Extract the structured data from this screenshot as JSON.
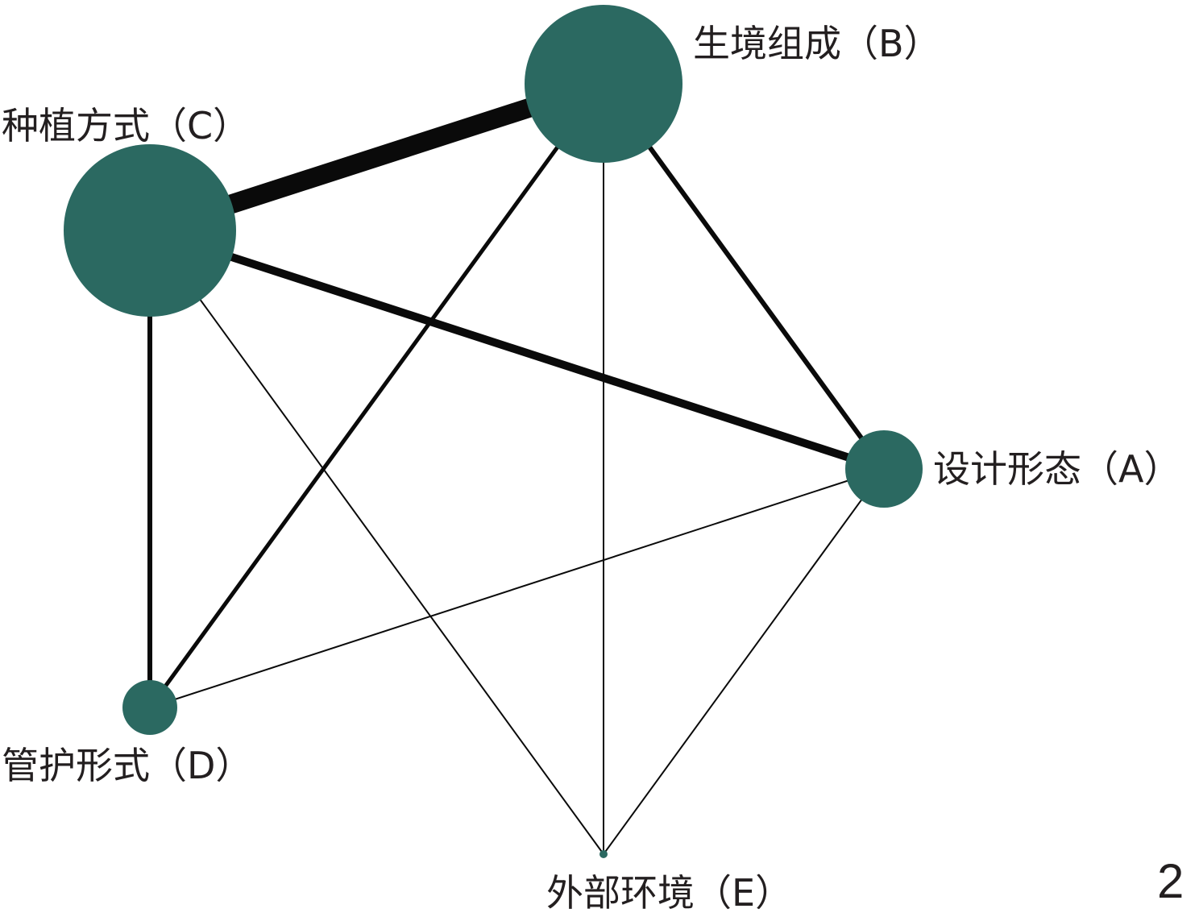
{
  "figure": {
    "number_label": "2",
    "node_color": "#2b6961",
    "edge_color": "#0a0a0a"
  },
  "nodes": [
    {
      "id": "A",
      "label": "设计形态（A）"
    },
    {
      "id": "B",
      "label": "生境组成（B）"
    },
    {
      "id": "C",
      "label": "种植方式（C）"
    },
    {
      "id": "D",
      "label": "管护形式（D）"
    },
    {
      "id": "E",
      "label": "外部环境（E）"
    }
  ],
  "edges": [
    {
      "source": "C",
      "target": "B",
      "weight": 5
    },
    {
      "source": "C",
      "target": "A",
      "weight": 4
    },
    {
      "source": "B",
      "target": "A",
      "weight": 3
    },
    {
      "source": "C",
      "target": "D",
      "weight": 3
    },
    {
      "source": "B",
      "target": "D",
      "weight": 2
    },
    {
      "source": "B",
      "target": "E",
      "weight": 1
    },
    {
      "source": "C",
      "target": "E",
      "weight": 1
    },
    {
      "source": "A",
      "target": "D",
      "weight": 1
    },
    {
      "source": "A",
      "target": "E",
      "weight": 1
    }
  ]
}
